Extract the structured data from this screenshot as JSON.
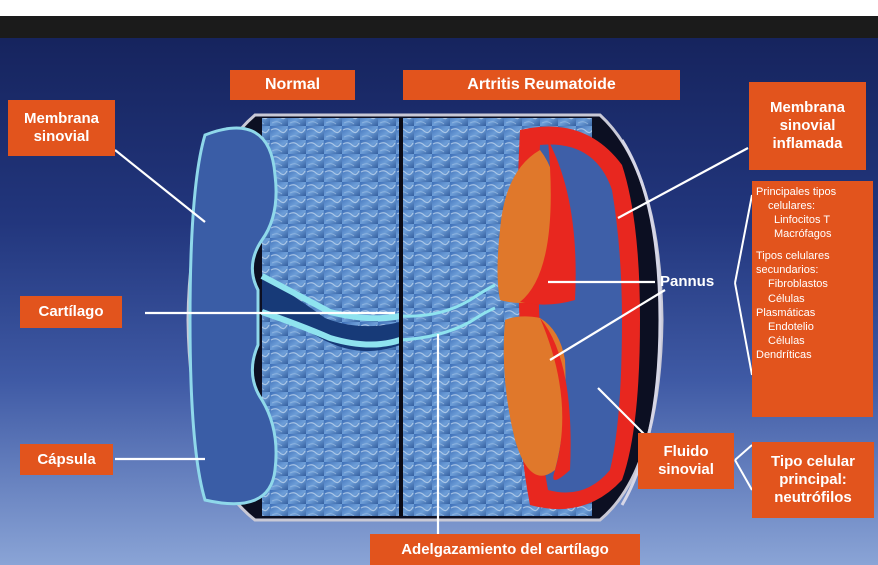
{
  "header": {
    "normal": "Normal",
    "ra": "Artritis Reumatoide"
  },
  "labels": {
    "membrana_sinovial": [
      "Membrana",
      "sinovial"
    ],
    "membrana_inflamada": [
      "Membrana",
      "sinovial",
      "inflamada"
    ],
    "cartilago": "Cartílago",
    "capsula": "Cápsula",
    "pannus": "Pannus",
    "fluido": [
      "Fluido",
      "sinovial"
    ],
    "tipo_celular": [
      "Tipo celular",
      "principal:",
      "neutrófilos"
    ],
    "adelgazamiento": "Adelgazamiento del cartílago"
  },
  "cell_types": {
    "lines": [
      "Principales tipos",
      "celulares:",
      "Linfocitos T",
      "Macrófagos",
      "",
      "Tipos celulares",
      "secundarios:",
      "Fibroblastos",
      "Células",
      "Plasmáticas",
      "Endotelio",
      "Células",
      "Dendríticas"
    ]
  },
  "colors": {
    "label_bg": "#e2541d",
    "background_top": "#16245e",
    "background_bottom": "#8aa4d6",
    "inflamed_red": "#e8271f",
    "pannus_orange": "#e0782b",
    "cartilage_cyan": "#8fe3ef"
  }
}
